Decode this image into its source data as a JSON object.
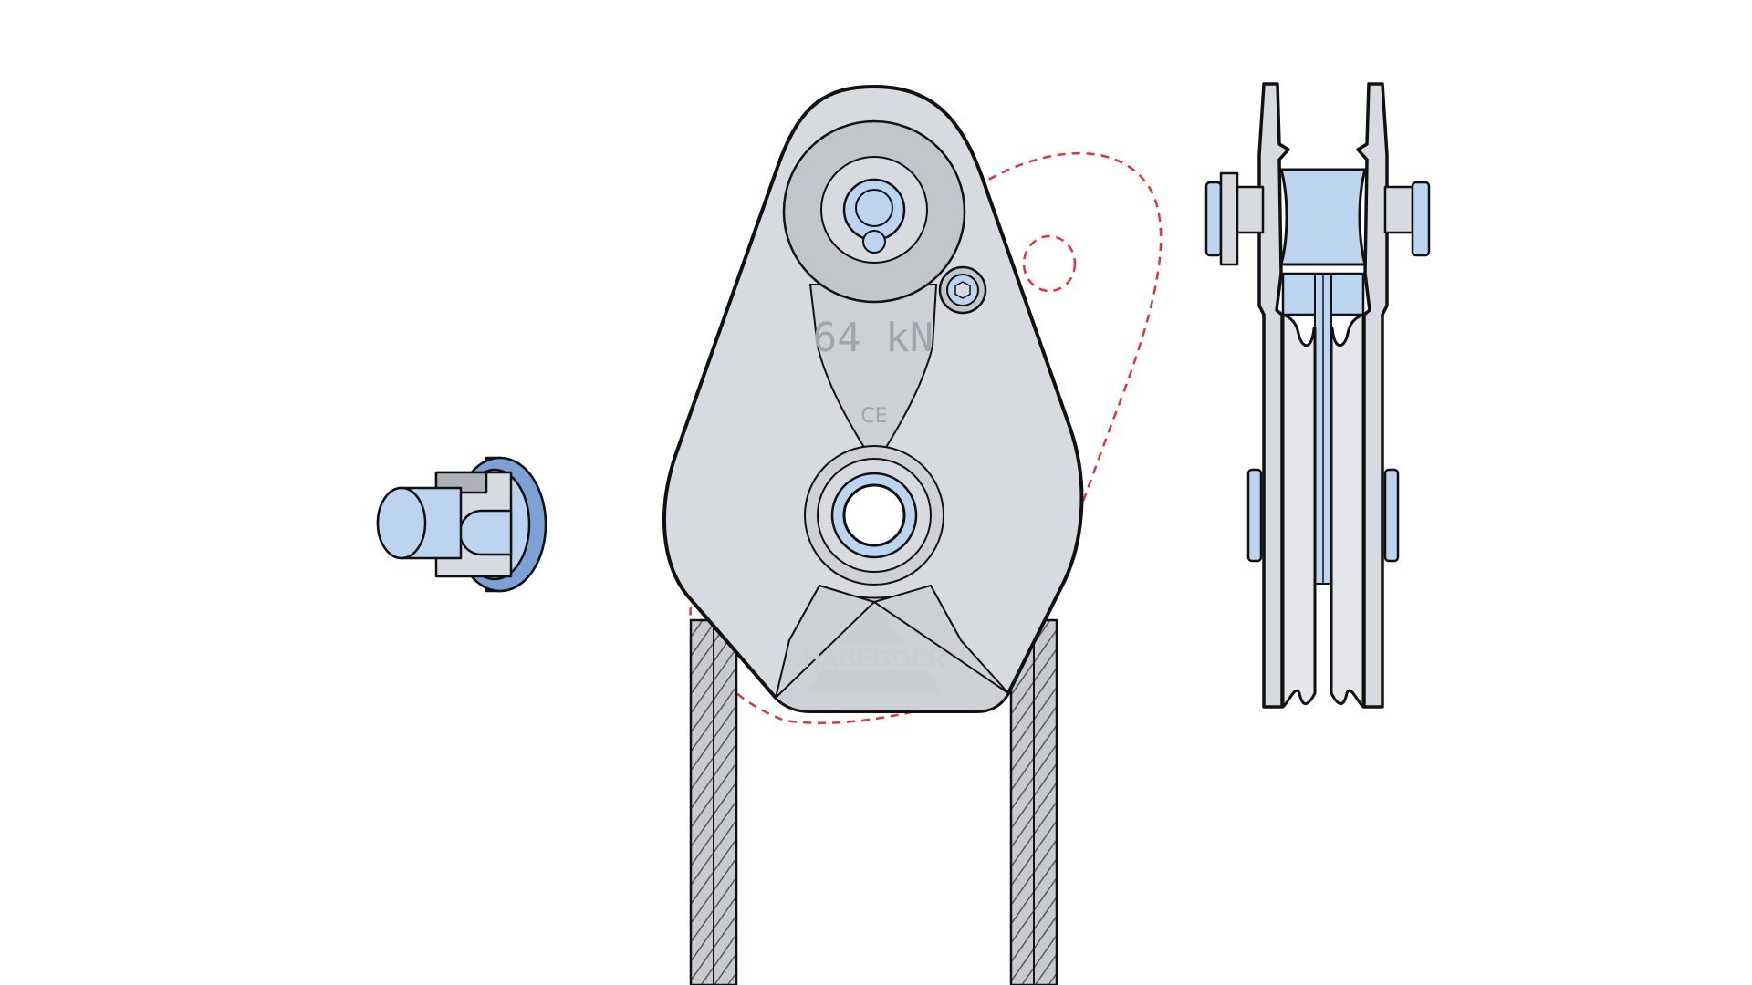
{
  "diagram": {
    "colors": {
      "outline": "#111111",
      "steel": "#d7dade",
      "steel_dark": "#c2c6cb",
      "blue": "#bcd4f0",
      "blue_dark": "#7da1d6",
      "dashed": "#e0343b",
      "rope": "#6d6f73",
      "rope_light": "#c8cacd",
      "brand_logo": "#c9ccd0"
    },
    "labels": {
      "load_rating": "64 kN",
      "certification_mark": "CE",
      "brand": "HABEGGER"
    },
    "icons": {
      "locking_pin": "locking-pin-icon",
      "pulley_front": "pulley-block-front-icon",
      "pulley_side": "pulley-block-side-icon",
      "safety_screw": "hex-socket-screw-icon",
      "brand_logo": "habegger-triangle-logo-icon"
    }
  }
}
